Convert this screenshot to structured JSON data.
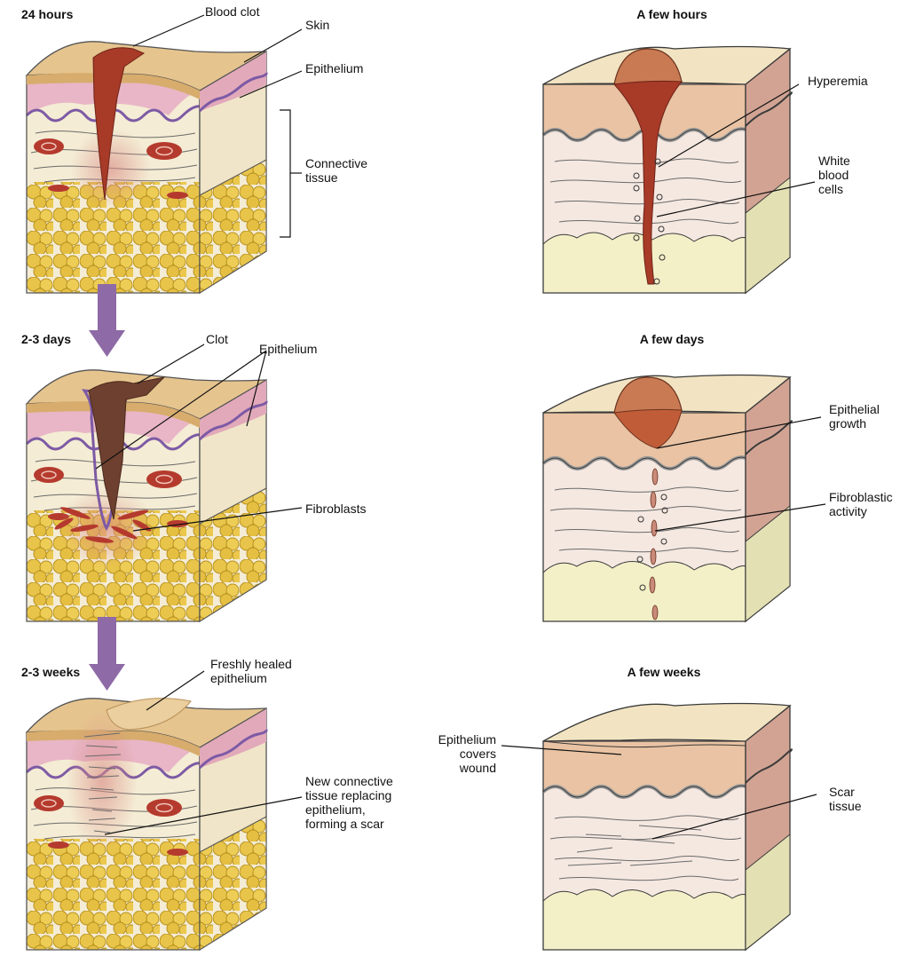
{
  "left_panels": [
    {
      "title": "24 hours",
      "labels": [
        "Blood clot",
        "Skin",
        "Epithelium",
        "Connective\ntissue"
      ]
    },
    {
      "title": "2-3 days",
      "labels": [
        "Clot",
        "Epithelium",
        "Fibroblasts"
      ]
    },
    {
      "title": "2-3 weeks",
      "labels": [
        "Freshly healed\nepithelium",
        "New connective\ntissue replacing\nepithelium,\nforming a scar"
      ]
    }
  ],
  "right_panels": [
    {
      "title": "A few hours",
      "labels": [
        "Hyperemia",
        "White\nblood\ncells"
      ]
    },
    {
      "title": "A few days",
      "labels": [
        "Epithelial\ngrowth",
        "Fibroblastic\nactivity"
      ]
    },
    {
      "title": "A few weeks",
      "labels": [
        "Epithelium\ncovers\nwound",
        "Scar\ntissue"
      ]
    }
  ],
  "colors": {
    "skin_top": "#e6c48e",
    "epithelium": "#e8b6c6",
    "membrane": "#7d5aa5",
    "connective": "#f4ecd4",
    "fat": "#e8c54a",
    "blood_clot": "#a83a28",
    "clot_dark": "#6e4030",
    "arrow": "#8e6aa6",
    "right_epi": "#e9c3a3",
    "right_conn": "#f5e8e1",
    "right_fat": "#f3f0c8",
    "right_side": "#d2a393"
  }
}
